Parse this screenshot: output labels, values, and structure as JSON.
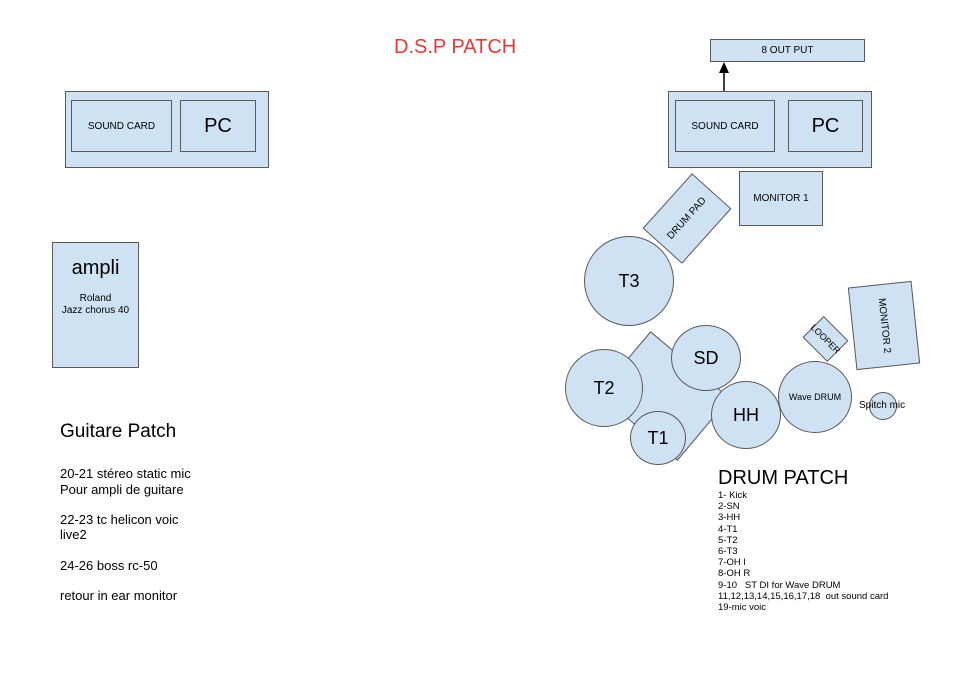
{
  "title": "D.S.P PATCH",
  "title_color": "#e53935",
  "fill_color": "#cfe2f3",
  "border_color": "#595959",
  "left_rig": {
    "sound_card": "SOUND CARD",
    "pc": "PC"
  },
  "right_rig": {
    "output": "8 OUT PUT",
    "sound_card": "SOUND CARD",
    "pc": "PC",
    "monitor1": "MONITOR 1",
    "monitor2": "MONITOR 2",
    "drum_pad": "DRUM PAD",
    "looper": "LOOPER"
  },
  "ampli": {
    "title": "ampli",
    "model_line1": "Roland",
    "model_line2": "Jazz chorus 40"
  },
  "drums": {
    "t3": "T3",
    "t2": "T2",
    "t1": "T1",
    "sd": "SD",
    "hh": "HH",
    "wave": "Wave DRUM",
    "spitch": "Spitch mic"
  },
  "guitar_patch": {
    "title": "Guitare Patch",
    "item1_line1": "20-21 stéreo static mic",
    "item1_line2": "Pour ampli de guitare",
    "item2_line1": "22-23 tc helicon voic",
    "item2_line2": "live2",
    "item3": "24-26 boss rc-50",
    "item4": "retour in ear monitor"
  },
  "drum_patch": {
    "title": "DRUM PATCH",
    "items": [
      "1- Kick",
      "2-SN",
      "3-HH",
      "4-T1",
      "5-T2",
      "6-T3",
      "7-OH l",
      "8-OH R",
      "9-10   ST DI for Wave DRUM",
      "11,12,13,14,15,16,17,18  out sound card",
      "19-mic voic"
    ]
  }
}
